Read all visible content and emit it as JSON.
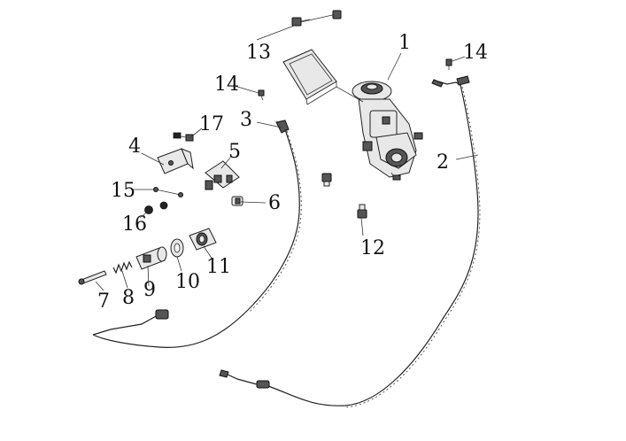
{
  "diagram": {
    "callouts": [
      {
        "id": "1",
        "label": "1"
      },
      {
        "id": "2",
        "label": "2"
      },
      {
        "id": "3",
        "label": "3"
      },
      {
        "id": "4",
        "label": "4"
      },
      {
        "id": "5",
        "label": "5"
      },
      {
        "id": "6",
        "label": "6"
      },
      {
        "id": "7",
        "label": "7"
      },
      {
        "id": "8",
        "label": "8"
      },
      {
        "id": "9",
        "label": "9"
      },
      {
        "id": "10",
        "label": "10"
      },
      {
        "id": "11",
        "label": "11"
      },
      {
        "id": "12",
        "label": "12"
      },
      {
        "id": "13",
        "label": "13"
      },
      {
        "id": "14a",
        "label": "14"
      },
      {
        "id": "14b",
        "label": "14"
      },
      {
        "id": "15",
        "label": "15"
      },
      {
        "id": "16",
        "label": "16"
      },
      {
        "id": "17",
        "label": "17"
      }
    ]
  }
}
